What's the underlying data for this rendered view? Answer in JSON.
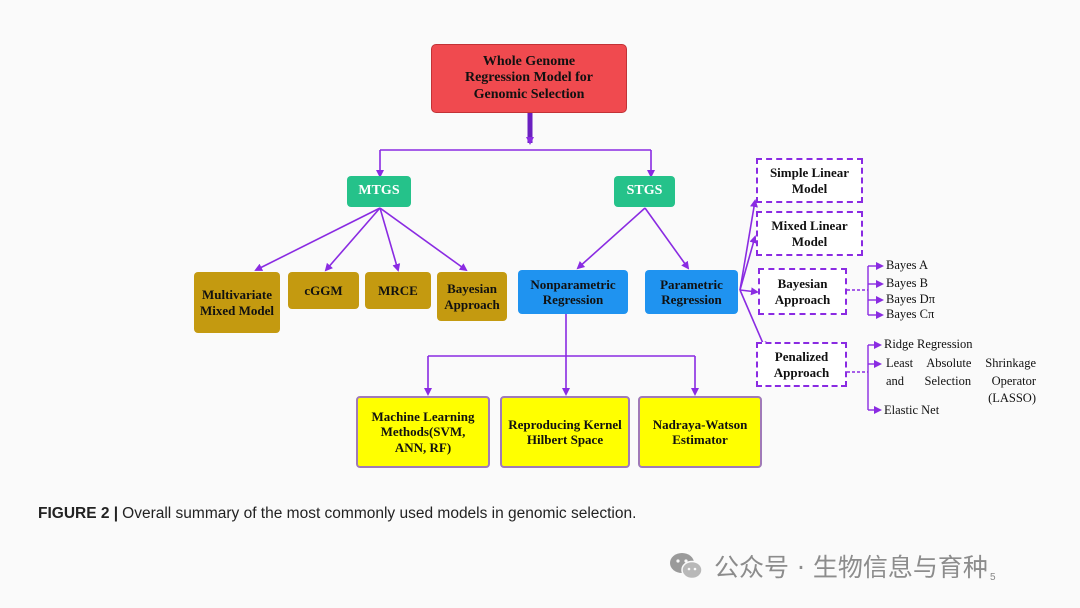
{
  "diagram": {
    "root": "Whole Genome Regression Model for Genomic Selection",
    "mtgs": "MTGS",
    "stgs": "STGS",
    "mtgs_children": [
      "Multivariate Mixed Model",
      "cGGM",
      "MRCE",
      "Bayesian Approach"
    ],
    "nonparametric": "Nonparametric Regression",
    "parametric": "Parametric Regression",
    "nonparametric_children": [
      "Machine Learning Methods(SVM, ANN, RF)",
      "Reproducing Kernel Hilbert Space",
      "Nadraya-Watson Estimator"
    ],
    "parametric_children": [
      "Simple Linear Model",
      "Mixed Linear Model",
      "Bayesian Approach",
      "Penalized Approach"
    ],
    "bayesian_leaves": [
      "Bayes A",
      "Bayes B",
      "Bayes Dπ",
      "Bayes Cπ"
    ],
    "penalized_leaves": {
      "ridge": "Ridge Regression",
      "lasso_line1": "Least Absolute Shrinkage",
      "lasso_line2": "and Selection Operator",
      "lasso_line3": "(LASSO)",
      "elastic": "Elastic Net"
    }
  },
  "caption": {
    "label": "FIGURE 2 |",
    "text": "Overall summary of the most commonly used models in genomic selection."
  },
  "watermark": "公众号 · 生物信息与育种",
  "page_number": "5",
  "colors": {
    "connector": "#8a2be2",
    "root_fill": "#f04a4f",
    "green_fill": "#25c28a",
    "brown_fill": "#c49a10",
    "blue_fill": "#1f93f0",
    "yellow_fill": "#ffff00"
  }
}
